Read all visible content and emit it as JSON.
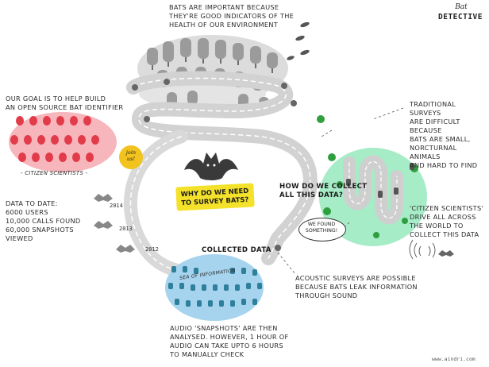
{
  "logo": {
    "line1": "Bat",
    "line2": "DETECTIVE"
  },
  "texts": {
    "important": "BATS ARE IMPORTANT BECAUSE\nTHEY'RE GOOD INDICATORS OF THE\nHEALTH OF OUR ENVIRONMENT",
    "goal": "OUR GOAL IS TO HELP BUILD\nAN OPEN SOURCE BAT IDENTIFIER",
    "citizen_scientists": "- CITIZEN SCIENTISTS -",
    "data_to_date": "DATA TO DATE:\n6000 USERS\n10,000 CALLS FOUND\n60,000 SNAPSHOTS\n      VIEWED",
    "traditional": "TRADITIONAL SURVEYS\nARE DIFFICULT BECAUSE\nBATS ARE SMALL,\nNORCTURNAL ANIMALS\nAND HARD TO FIND",
    "drive": "'CITIZEN SCIENTISTS'\nDRIVE ALL ACROSS\nTHE WORLD TO\nCOLLECT THIS DATA",
    "why": "WHY DO WE NEED\nTO SURVEY BATS?",
    "how": "HOW DO WE COLLECT\nALL THIS DATA?",
    "collected": "COLLECTED DATA",
    "sea": "SEA OF INFORMATION",
    "acoustic": "ACOUSTIC SURVEYS ARE POSSIBLE\nBECAUSE BATS LEAK INFORMATION\nTHROUGH SOUND",
    "snapshots": "AUDIO 'SNAPSHOTS' ARE THEN\nANALYSED. HOWEVER, 1 HOUR OF\nAUDIO CAN TAKE UPTO 6 HOURS\nTO MANUALLY CHECK",
    "join": "join\nus!",
    "found": "WE FOUND\nSOMETHING!"
  },
  "years": [
    "2014",
    "2013",
    "2012"
  ],
  "footer": "www.aindri.com",
  "colors": {
    "road": "#d2d2d2",
    "road_dash": "#ffffff",
    "trees_gray": "#8d8d8d",
    "trees_red": "#e23b4a",
    "red_wash": "#f6b6bb",
    "blue_wash": "#a6d3ee",
    "blue_marks": "#2d7f9a",
    "green_wash": "#8fe6b9",
    "green_tree": "#2f9e3e",
    "yellow": "#f4e22a"
  }
}
